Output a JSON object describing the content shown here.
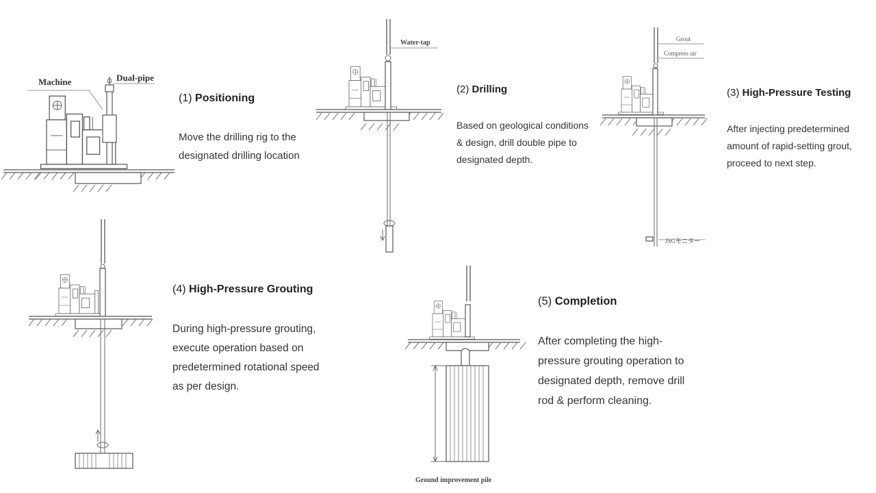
{
  "labels": {
    "machine": "Machine",
    "dual_pipe": "Dual-pipe",
    "water_tap": "Water-tap",
    "grout": "Grout",
    "compress_air": "Compress air",
    "jsg_monitor": "JSGモニター",
    "ground_improvement_pile": "Ground improvement pile"
  },
  "steps": [
    {
      "number": "(1)",
      "title": "Positioning",
      "description_lines": [
        "Move the drilling rig to the",
        "designated drilling location"
      ]
    },
    {
      "number": "(2)",
      "title": "Drilling",
      "description_lines": [
        "Based on geological conditions",
        "& design, drill double pipe to",
        "designated depth."
      ]
    },
    {
      "number": "(3)",
      "title": "High-Pressure Testing",
      "description_lines": [
        "After injecting predetermined",
        "amount of rapid-setting grout,",
        "proceed to next step."
      ]
    },
    {
      "number": "(4)",
      "title": "High-Pressure Grouting",
      "description_lines": [
        "During high-pressure grouting,",
        "execute operation based on",
        "predetermined rotational speed",
        "as per design."
      ]
    },
    {
      "number": "(5)",
      "title": "Completion",
      "description_lines": [
        "After completing the high-",
        "pressure grouting operation to",
        "designated depth, remove drill",
        "rod & perform cleaning."
      ]
    }
  ]
}
